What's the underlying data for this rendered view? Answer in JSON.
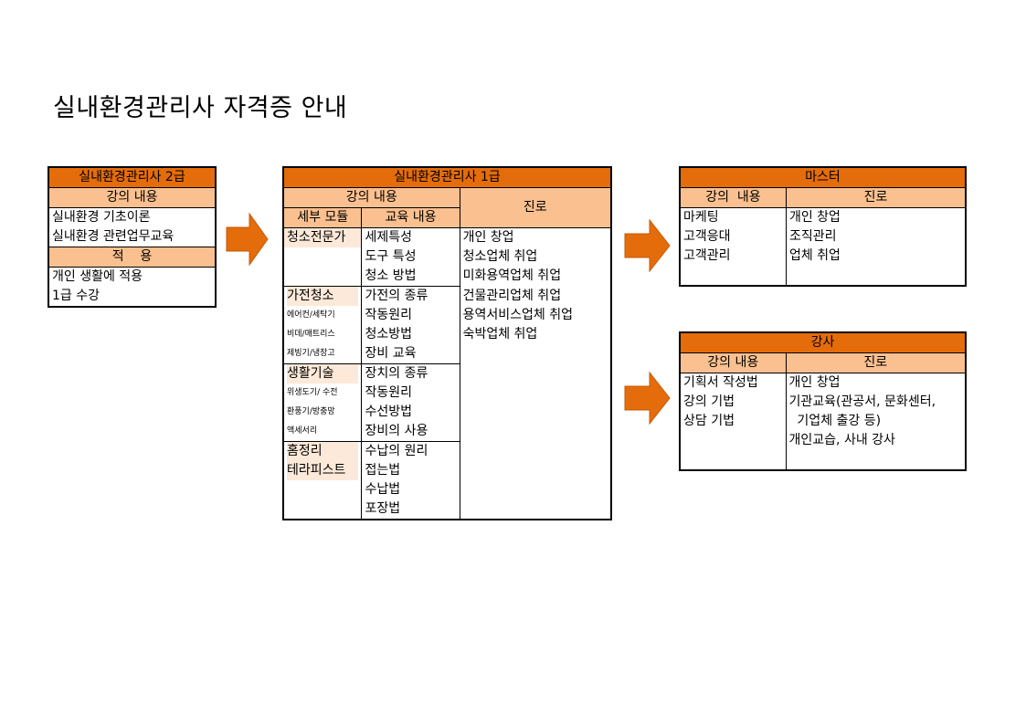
{
  "title": "실내환경관리사 자격증 안내",
  "colors": {
    "header": "#e46c0a",
    "subheader": "#fac08f",
    "module_highlight": "#fde9d9",
    "border": "#000000"
  },
  "level2": {
    "header": "실내환경관리사 2급",
    "content_header": "강의 내용",
    "content": [
      "실내환경 기초이론",
      "실내환경 관련업무교육"
    ],
    "apply_header": "적    용",
    "apply": [
      "개인 생활에 적용",
      "1급 수강"
    ]
  },
  "level1": {
    "header": "실내환경관리사 1급",
    "content_header": "강의 내용",
    "career_header": "진로",
    "module_header": "세부 모듈",
    "edu_header": "교육 내용",
    "modules": [
      {
        "name": "청소전문가",
        "sub": [
          "",
          ""
        ],
        "edu": [
          "세제특성",
          "도구 특성",
          "청소 방법"
        ]
      },
      {
        "name": "가전청소",
        "sub": [
          "에어컨/세탁기",
          "비데/매트리스",
          "제빙기/냉장고"
        ],
        "edu": [
          "가전의 종류",
          "작동원리",
          "청소방법",
          "장비 교육"
        ]
      },
      {
        "name": "생활기술",
        "sub": [
          "위생도기/ 수전",
          "환풍기/방충망",
          "액세서리"
        ],
        "edu": [
          "장치의 종류",
          "작동원리",
          "수선방법",
          "장비의 사용"
        ]
      },
      {
        "name": "홈정리",
        "name2": "테라피스트",
        "edu": [
          "수납의 원리",
          "접는법",
          "수납법",
          "포장법"
        ]
      }
    ],
    "careers": [
      "개인 창업",
      "청소업체 취업",
      "미화용역업체 취업",
      "건물관리업체 취업",
      "용역서비스업체 취업",
      "숙박업체 취업"
    ]
  },
  "master": {
    "header": "마스터",
    "content_header": "강의  내용",
    "career_header": "진로",
    "content": [
      "마케팅",
      "고객응대",
      "고객관리"
    ],
    "careers": [
      "개인 창업",
      "조직관리",
      "업체 취업"
    ]
  },
  "instructor": {
    "header": "강사",
    "content_header": "강의 내용",
    "career_header": "진로",
    "content": [
      "기획서 작성법",
      "강의 기법",
      "상담 기법"
    ],
    "careers": [
      "개인 창업",
      "기관교육(관공서, 문화센터,",
      "  기업체 출강 등)",
      "개인교습, 사내 강사"
    ]
  }
}
